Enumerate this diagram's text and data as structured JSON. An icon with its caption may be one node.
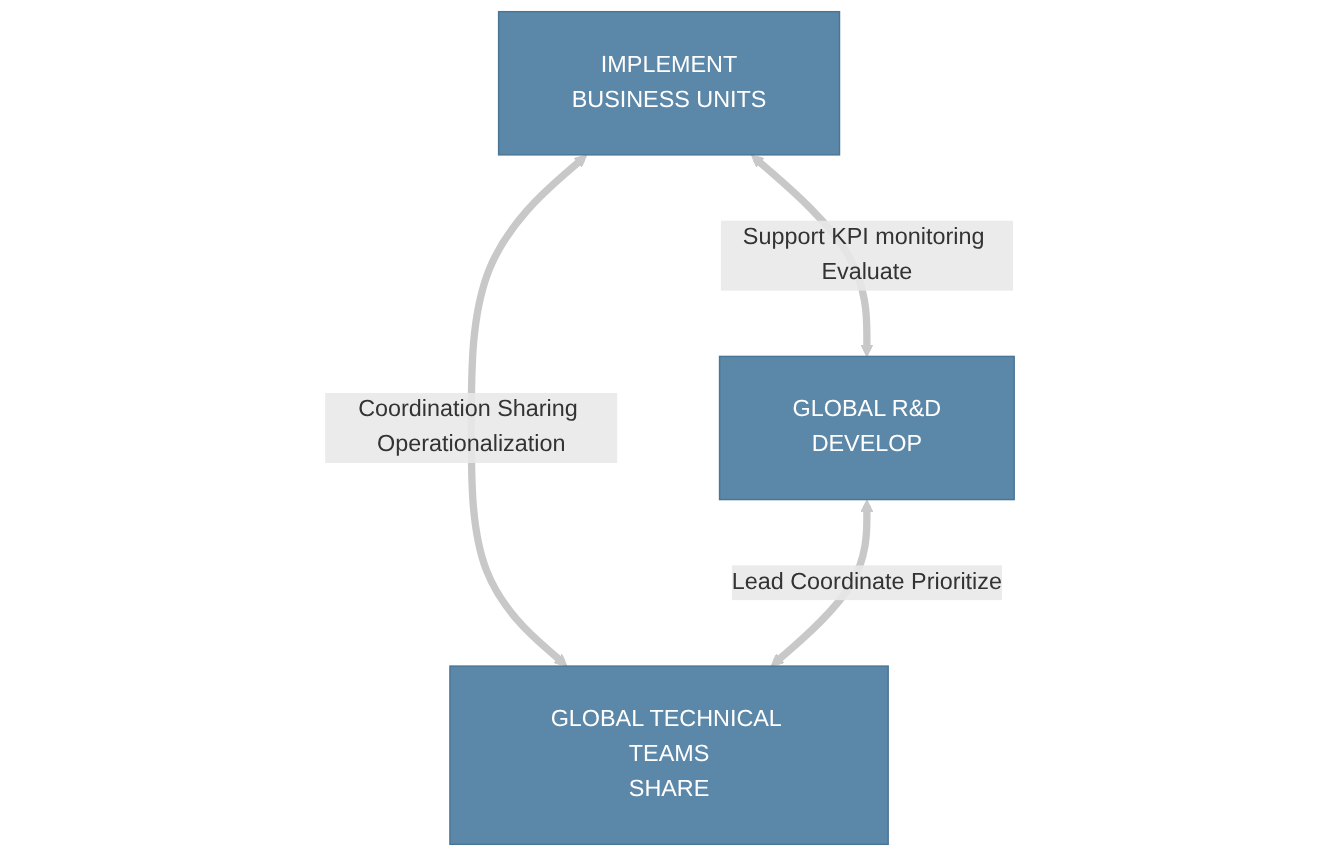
{
  "diagram": {
    "nodes": [
      {
        "text": [
          "IMPLEMENT",
          "BUSINESS UNITS"
        ]
      },
      {
        "text": [
          "GLOBAL R&D",
          "DEVELOP"
        ]
      },
      {
        "text": [
          "GLOBAL TECHNICAL TEAMS",
          "SHARE"
        ]
      }
    ],
    "edges": [
      {
        "from": 0,
        "to": 1,
        "arrow": "both",
        "label": "Support KPI monitoring Evaluate"
      },
      {
        "from": 0,
        "to": 2,
        "arrow": "both",
        "label": "Coordination Sharing Operationalization"
      },
      {
        "from": 1,
        "to": 2,
        "arrow": "both",
        "label": "Lead Coordinate Prioritize"
      }
    ]
  }
}
